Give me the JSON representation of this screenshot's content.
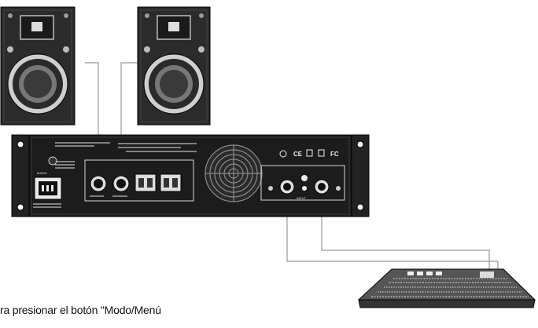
{
  "colors": {
    "speaker_body": "#2b2b2b",
    "amp_body": "#1c1c1c",
    "cable": "#9a9a9a",
    "mixer_body": "#555555"
  },
  "amplifier": {
    "mains_label": "MAINS",
    "input_label": "INPUT",
    "compliance_marks": [
      "CE",
      "FC"
    ]
  },
  "caption": {
    "text": "ra presionar el botón \"Modo/Menú"
  }
}
